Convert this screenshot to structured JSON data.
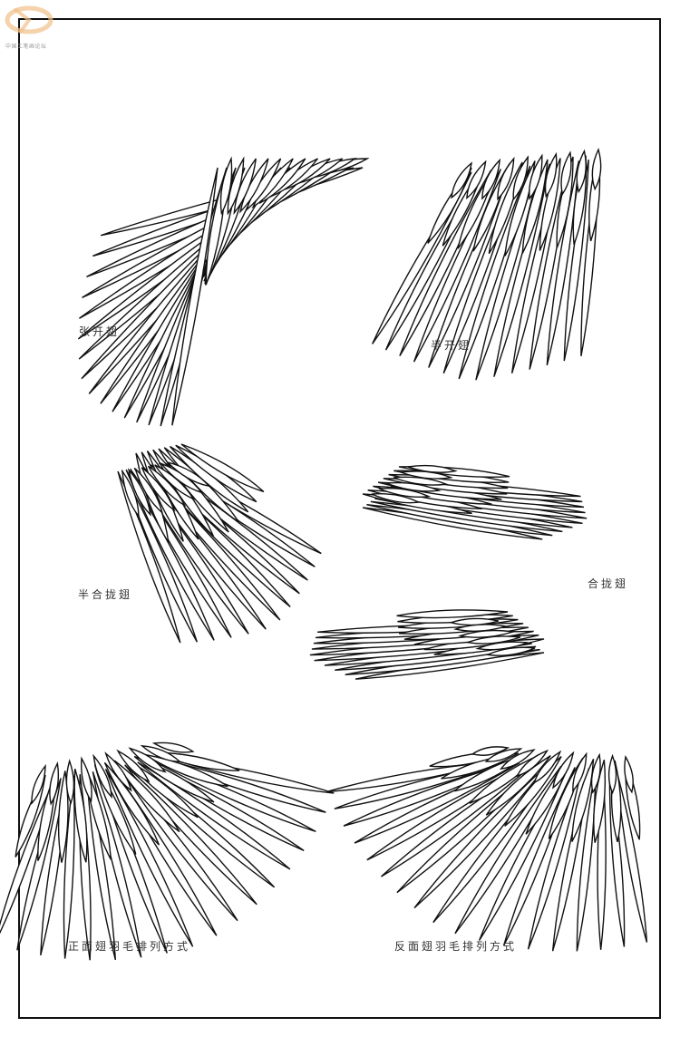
{
  "watermark": {
    "text": "中国工笔画论坛",
    "color": "#e8a85a"
  },
  "labels": {
    "open_wing": "张开翅",
    "half_open_wing": "半开翅",
    "half_closed_wing": "半合拢翅",
    "closed_wing": "合拢翅",
    "front_arrangement": "正面翅羽毛排列方式",
    "back_arrangement": "反面翅羽毛排列方式"
  }
}
